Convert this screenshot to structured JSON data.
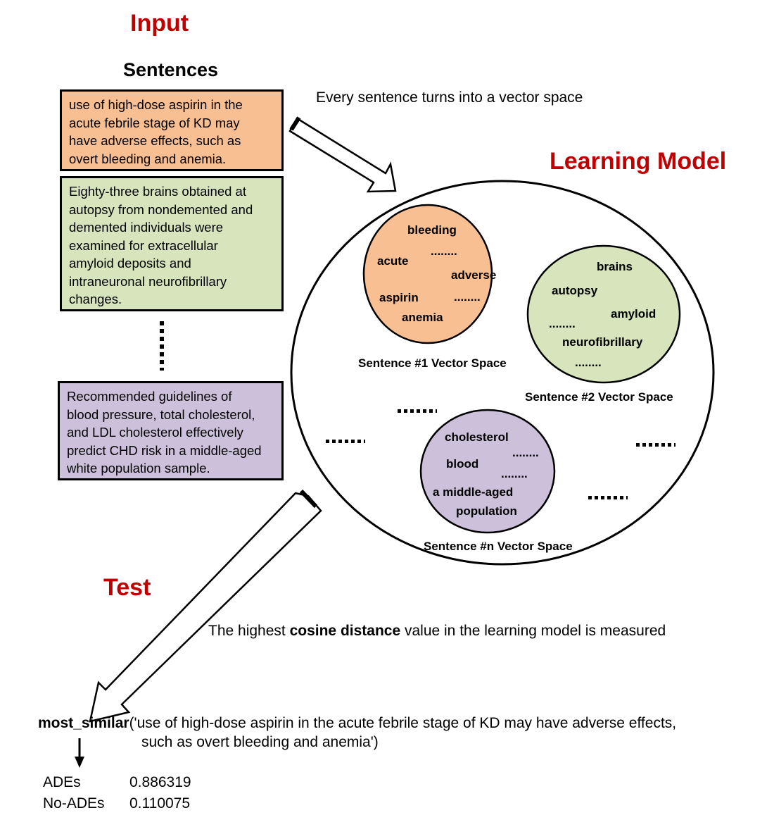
{
  "colors": {
    "accent_red": "#c00000",
    "orange": "#f8bf92",
    "green": "#d8e4bc",
    "purple": "#ccc0da"
  },
  "input_title": "Input",
  "sentences_heading": "Sentences",
  "arrow_caption": "Every sentence turns into a vector space",
  "model_title": "Learning Model",
  "sentences": [
    "use of high-dose aspirin in the\nacute febrile stage of KD may\nhave adverse effects, such as\novert bleeding and anemia.",
    "Eighty-three brains obtained at\nautopsy from nondemented and\ndemented individuals were\nexamined for extracellular\namyloid deposits and\nintraneuronal neurofibrillary\nchanges.",
    "Recommended guidelines of\nblood pressure, total cholesterol,\nand LDL cholesterol effectively\npredict CHD risk in a middle-aged\nwhite population sample."
  ],
  "spaces": [
    {
      "label": "Sentence #1 Vector Space",
      "words": [
        "bleeding",
        "acute",
        "adverse",
        "aspirin",
        "anemia"
      ],
      "dots": [
        "........",
        "........"
      ]
    },
    {
      "label": "Sentence #2 Vector Space",
      "words": [
        "brains",
        "autopsy",
        "amyloid",
        "neurofibrillary"
      ],
      "dots": [
        "........",
        "........"
      ]
    },
    {
      "label": "Sentence #n Vector Space",
      "words": [
        "cholesterol",
        "blood",
        "a middle-aged",
        "population"
      ],
      "dots": [
        "........",
        "........"
      ]
    }
  ],
  "test_title": "Test",
  "test_caption": {
    "prefix": "The highest ",
    "bold": "cosine distance",
    "suffix": " value in the learning model is measured"
  },
  "query": {
    "func": "most_similar",
    "line1": "('use of high-dose aspirin in the acute febrile stage of KD may have adverse effects,",
    "line2": "such as overt bleeding and anemia')"
  },
  "results": [
    {
      "label": "ADEs",
      "value": "0.886319"
    },
    {
      "label": "No-ADEs",
      "value": "0.110075"
    }
  ]
}
